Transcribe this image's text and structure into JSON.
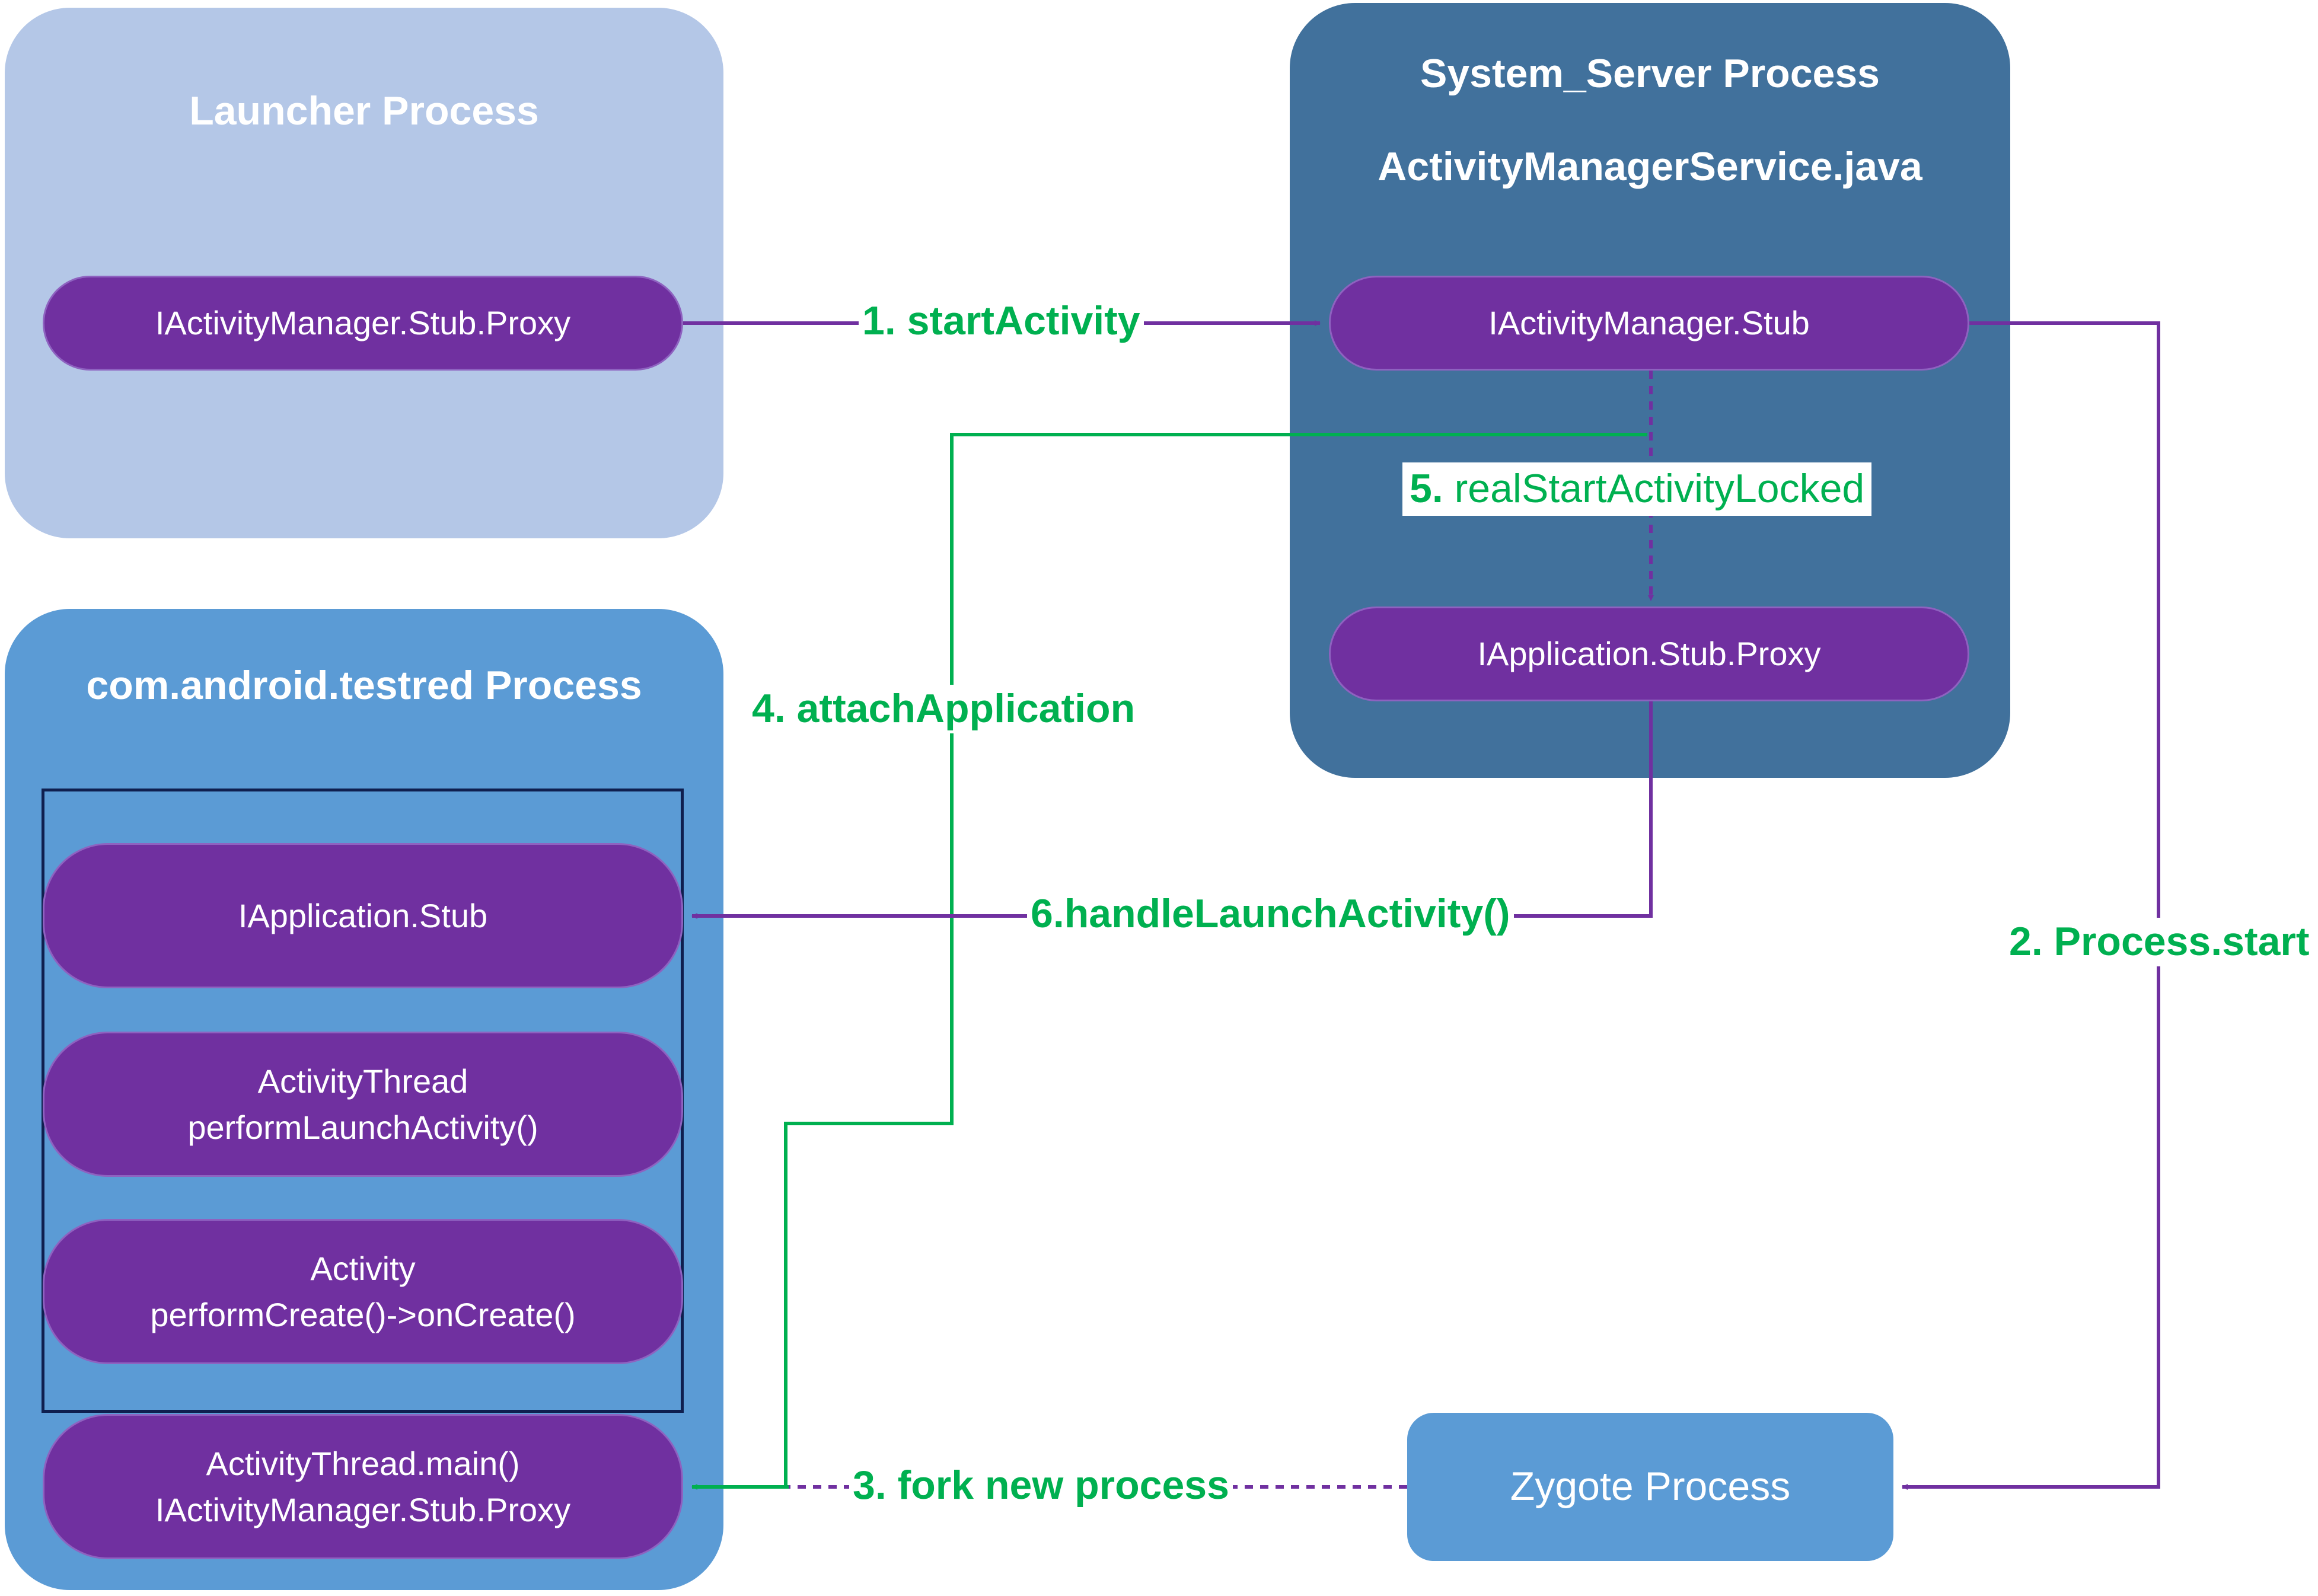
{
  "panels": {
    "launcher": {
      "title": "Launcher Process"
    },
    "system_server": {
      "title": "System_Server Process",
      "subtitle": "ActivityManagerService.java"
    },
    "app": {
      "title": "com.android.testred Process"
    }
  },
  "nodes": {
    "launcher_proxy": "IActivityManager.Stub.Proxy",
    "ams_stub": "IActivityManager.Stub",
    "app_thread_proxy": "IApplication.Stub.Proxy",
    "app_stub": "IApplication.Stub",
    "activity_thread": {
      "line1": "ActivityThread",
      "line2": "performLaunchActivity()"
    },
    "activity": {
      "line1": "Activity",
      "line2": "performCreate()->onCreate()"
    },
    "thread_main": {
      "line1": "ActivityThread.main()",
      "line2": "IActivityManager.Stub.Proxy"
    },
    "zygote": "Zygote Process"
  },
  "edges": {
    "e1": "1. startActivity",
    "e2": "2. Process.start",
    "e3": "3. fork new process",
    "e4": "4. attachApplication",
    "e5_num": "5.",
    "e5_text": "realStartActivityLocked",
    "e6": "6.handleLaunchActivity()"
  },
  "colors": {
    "launcher_panel": "#b4c7e7",
    "system_server_panel": "#41719c",
    "app_panel": "#5b9bd5",
    "node_fill": "#7030a0",
    "label_green": "#00b050",
    "purple_line": "#7030a0",
    "inner_frame": "#0f1f4f"
  }
}
